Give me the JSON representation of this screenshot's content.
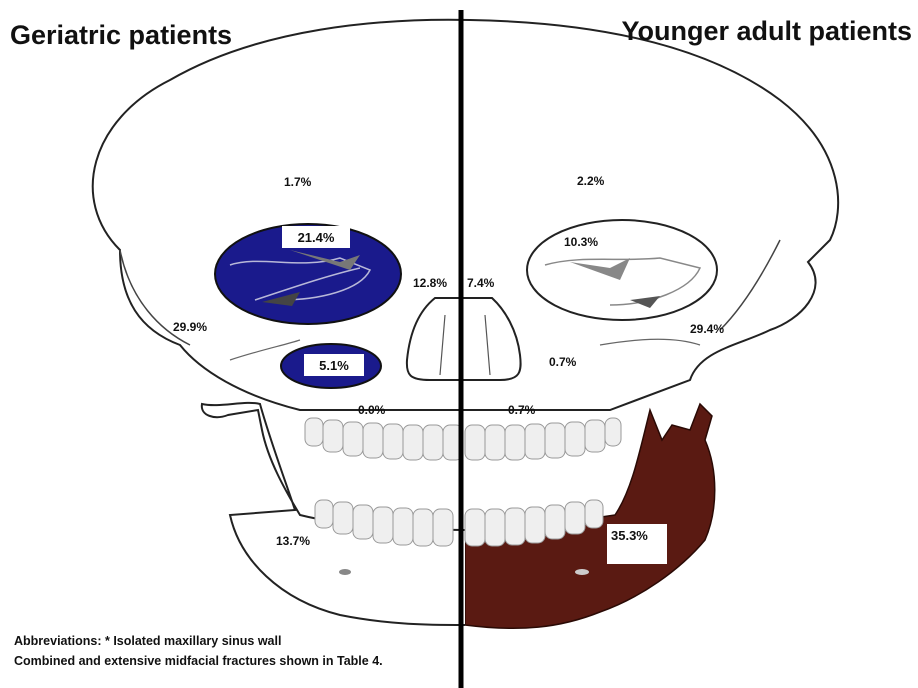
{
  "headings": {
    "left": "Geriatric patients",
    "right": "Younger adult patients"
  },
  "left_side": {
    "frontal": "1.7%",
    "orbit": "21.4%",
    "naso_orbital": "12.8%",
    "zygoma": "29.9%",
    "maxillary_sinus": "5.1%",
    "maxilla": "0.0%",
    "mandible": "13.7%"
  },
  "right_side": {
    "frontal": "2.2%",
    "orbit": "10.3%",
    "naso_orbital": "7.4%",
    "zygoma": "29.4%",
    "maxillary_sinus": "0.7%",
    "maxilla": "0.7%",
    "mandible": "35.3%"
  },
  "footnotes": {
    "line1": "Abbreviations: * Isolated maxillary sinus wall",
    "line2": "Combined and extensive midfacial fractures shown in Table 4."
  },
  "colors": {
    "left_highlight": "#1a1a8c",
    "right_highlight": "#5a1a12",
    "outline": "#222222",
    "divider": "#000000"
  }
}
